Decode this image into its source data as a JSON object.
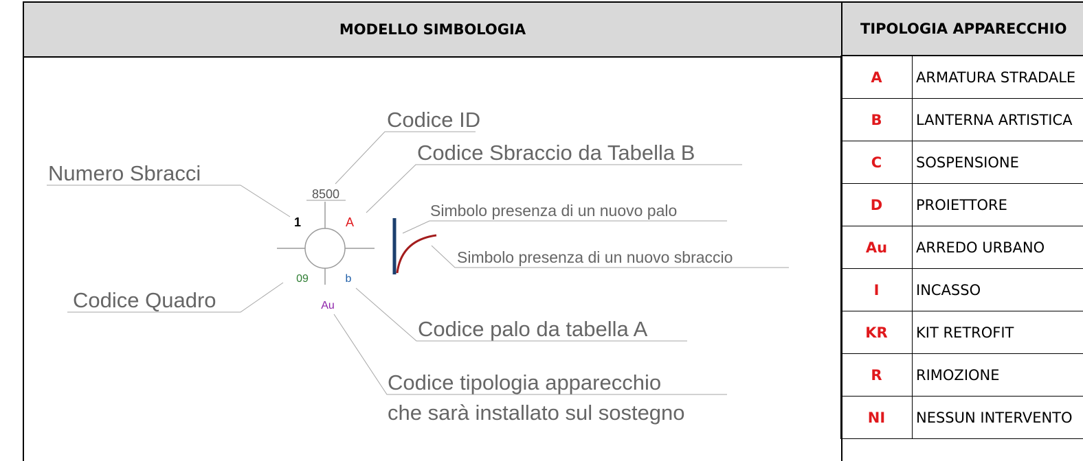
{
  "left_panel": {
    "title": "MODELLO SIMBOLOGIA",
    "symbol": {
      "id_code": "8500",
      "arm_count": "1",
      "arm_code": "A",
      "panel_code": "09",
      "pole_code": "b",
      "fixture_type": "Au"
    },
    "labels": {
      "codice_id": "Codice ID",
      "codice_sbraccio": "Codice Sbraccio da Tabella B",
      "numero_sbracci": "Numero Sbracci",
      "simbolo_palo": "Simbolo presenza di un nuovo palo",
      "simbolo_sbraccio": "Simbolo presenza di un nuovo sbraccio",
      "codice_quadro": "Codice Quadro",
      "codice_palo": "Codice palo da tabella A",
      "codice_tipologia_1": "Codice tipologia apparecchio",
      "codice_tipologia_2": "che sarà installato sul sostegno"
    }
  },
  "right_panel": {
    "title": "TIPOLOGIA APPARECCHIO",
    "rows": [
      {
        "code": "A",
        "desc": "ARMATURA STRADALE"
      },
      {
        "code": "B",
        "desc": "LANTERNA ARTISTICA"
      },
      {
        "code": "C",
        "desc": "SOSPENSIONE"
      },
      {
        "code": "D",
        "desc": "PROIETTORE"
      },
      {
        "code": "Au",
        "desc": "ARREDO URBANO"
      },
      {
        "code": "I",
        "desc": "INCASSO"
      },
      {
        "code": "KR",
        "desc": "KIT RETROFIT"
      },
      {
        "code": "R",
        "desc": "RIMOZIONE"
      },
      {
        "code": "NI",
        "desc": "NESSUN INTERVENTO"
      }
    ]
  },
  "colors": {
    "code_red": "#e0191d",
    "header_gray": "#d9d9d9",
    "pole_blue": "#1c3f6e",
    "arm_red": "#a31c1c",
    "panel_green": "#2e7d32",
    "pole_code_blue": "#1f5fa8",
    "fixture_purple": "#8e24aa"
  }
}
